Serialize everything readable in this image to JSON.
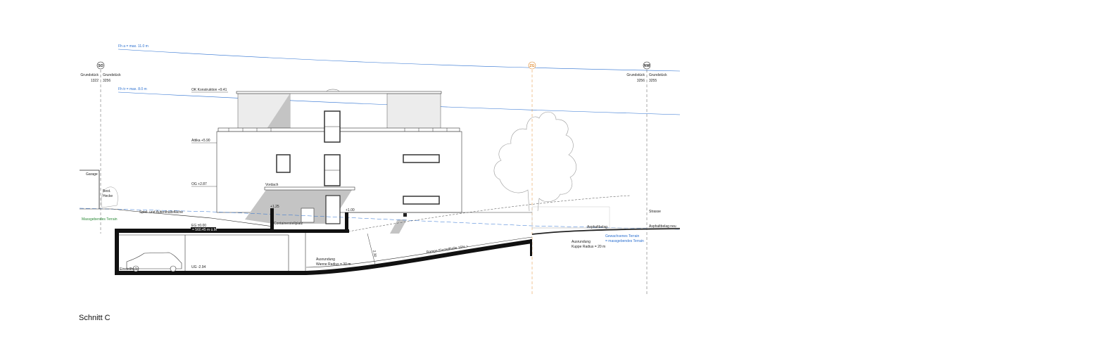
{
  "title": "Schnitt C",
  "markers": {
    "so": "SO",
    "zg": "ZG",
    "nw": "NW"
  },
  "height_limits": {
    "fh_a": "Fh a = max. 11.0 m",
    "fh_tr": "Fh tr = max. 8.0 m"
  },
  "parcels": {
    "left_a_name": "Grundstück",
    "left_a_num": "1322",
    "left_b_name": "Grundstück",
    "left_b_num": "3256",
    "right_a_name": "Grundstück",
    "right_a_num": "3256",
    "right_b_name": "Grundstück",
    "right_b_num": "3255"
  },
  "levels": {
    "ok": "OK Konstruktion +9.41",
    "attika": "Attika +5.90",
    "og": "OG +2.87",
    "eg": "EG ±0.00",
    "eg_abs": "= 560.45 m ü.M",
    "ug": "UG -2.94",
    "plus125": "+1.25",
    "plus100": "+1.00"
  },
  "labels": {
    "garage": "Garage",
    "hecke_1": "Best.",
    "hecke_2": "Hecke",
    "spiel": "Spiel- und Aufenthaltsfläche",
    "terrain": "Massgebendes Terrain",
    "vordach": "Vordach",
    "container": "Containerstellplatz",
    "einstellhalle": "Einstellhalle",
    "wanne_1": "Ausrundung",
    "wanne_2": "Wanne Radius = 30 m",
    "rampe": "Rampe Einstellhalle 15% >",
    "clear": "2.30",
    "asphalt": "Asphaltbelag",
    "asphalt_neu": "Asphaltbelag neu",
    "strasse": "Strasse",
    "gewachsen_1": "Gewachsenes Terrain",
    "gewachsen_2": "= massgebendes Terrain",
    "kuppe_1": "Ausrundung",
    "kuppe_2": "Kuppe Radius = 20 m"
  },
  "colors": {
    "blue": "#2a6fd0",
    "green": "#2e8b3a",
    "orange": "#e08a2e",
    "shadow": "#c4c4c4",
    "line": "#222222"
  }
}
